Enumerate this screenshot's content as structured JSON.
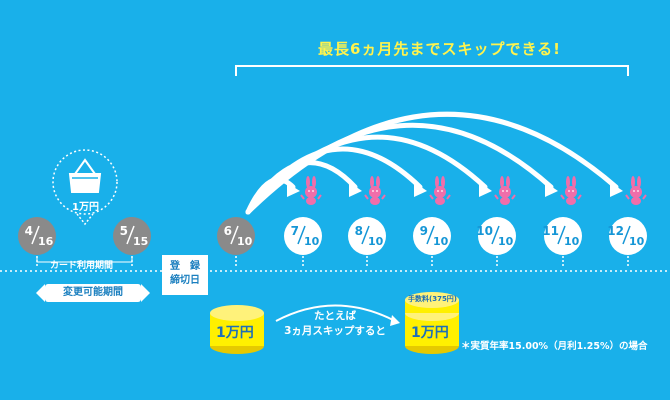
{
  "title": "最長6ヵ月先までスキップできる!",
  "bag_price": "1万円",
  "card_period_label": "カード利用期間",
  "change_period_label": "変更可能期間",
  "registration": {
    "line1": "登　録",
    "line2": "締切日"
  },
  "dates": [
    {
      "month": "4",
      "day": "16"
    },
    {
      "month": "5",
      "day": "15"
    },
    {
      "month": "6",
      "day": "10"
    }
  ],
  "skip_dates": [
    {
      "month": "7",
      "day": "10"
    },
    {
      "month": "8",
      "day": "10"
    },
    {
      "month": "9",
      "day": "10"
    },
    {
      "month": "10",
      "day": "10"
    },
    {
      "month": "11",
      "day": "10"
    },
    {
      "month": "12",
      "day": "10"
    }
  ],
  "coin_left": "1万円",
  "coin_right": "1万円",
  "fee_label": "手数料(375円)",
  "example": {
    "line1": "たとえば",
    "line2": "3ヵ月スキップすると"
  },
  "footnote": "＊実質年率15.00%（月利1.25%）の場合",
  "colors": {
    "background": "#19b0ea",
    "title": "#fff34d",
    "coin": "#fff000",
    "grey_circle": "#8a8a8a",
    "bunny": "#f06eaa"
  }
}
